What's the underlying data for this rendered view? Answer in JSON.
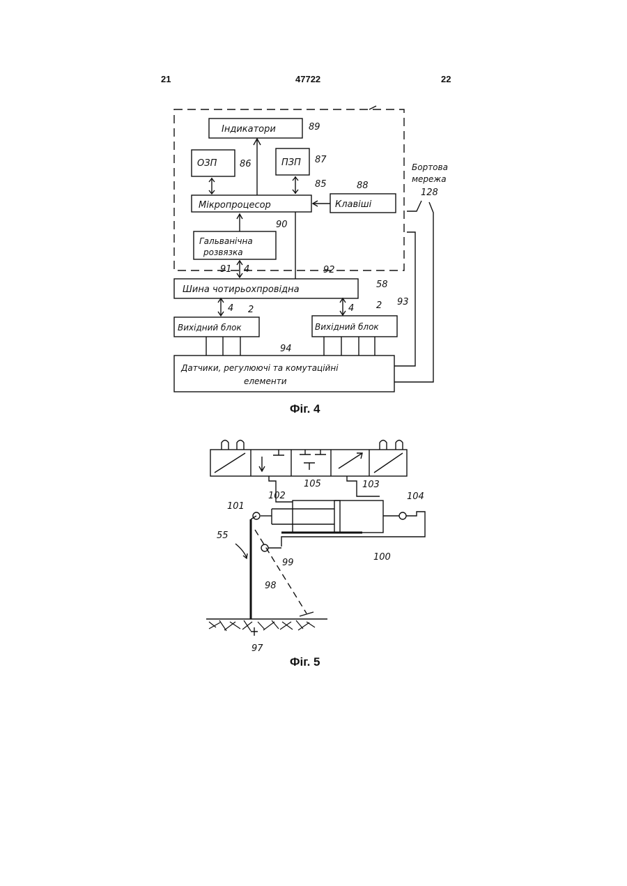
{
  "header": {
    "left_page": "21",
    "patent_number": "47722",
    "right_page": "22"
  },
  "fig4": {
    "caption": "Фіг. 4",
    "blocks": {
      "indicators": "Індикатори",
      "ram": "ОЗП",
      "rom": "ПЗП",
      "microprocessor": "Мікропроцесор",
      "keys": "Клавіші",
      "galvanic_isolation_line1": "Гальванічна",
      "galvanic_isolation_line2": "розвязка",
      "bus": "Шина чотирьохпровідна",
      "output_block_left": "Вихідний блок",
      "output_block_right": "Вихідний блок",
      "sensors_line1": "Датчики, регулюючі та комутаційні",
      "sensors_line2": "елементи",
      "onboard_line1": "Бортова",
      "onboard_line2": "мережа"
    },
    "numbers": {
      "n89": "89",
      "n86": "86",
      "n87": "87",
      "n85": "85",
      "n88": "88",
      "n90": "90",
      "n91": "91",
      "n4a": "4",
      "n92": "92",
      "n58": "58",
      "n4b": "4",
      "n2a": "2",
      "n4c": "4",
      "n2b": "2",
      "n93": "93",
      "n94": "94",
      "n128": "128"
    }
  },
  "fig5": {
    "caption": "Фіг. 5",
    "numbers": {
      "n105": "105",
      "n103": "103",
      "n102": "102",
      "n104": "104",
      "n101": "101",
      "n55": "55",
      "n99": "99",
      "n100": "100",
      "n98": "98",
      "n97": "97"
    }
  }
}
